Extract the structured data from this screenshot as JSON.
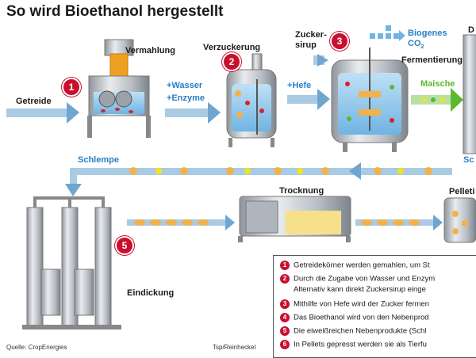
{
  "title": "So wird Bioethanol hergestellt",
  "stages": {
    "s1": "Vermahlung",
    "s2": "Verzuckerung",
    "s3": "Fermentierung",
    "s4": "Trocknung",
    "s5": "Eindickung",
    "s6": "Pelleti"
  },
  "badges": [
    "1",
    "2",
    "3",
    "5"
  ],
  "labels": {
    "getreide": "Getreide",
    "wasser": "+Wasser",
    "enzyme": "+Enzyme",
    "hefe": "+Hefe",
    "zucker1": "Zucker-",
    "zucker2": "sirup",
    "biogenes": "Biogenes",
    "co2": "CO",
    "co2_sub": "2",
    "maische": "Maische",
    "schlempe_left": "Schlempe",
    "schlempe_right": "Sc",
    "top_right": "D"
  },
  "source": "Quelle: CropEnergies",
  "credit": "Tsp/Reinheckel",
  "legend": [
    {
      "num": "1",
      "text": "Getreidekörner werden gemahlen, um St"
    },
    {
      "num": "2",
      "text": "Durch die Zugabe von Wasser und Enzym"
    },
    {
      "num": "",
      "text": "Alternativ kann direkt Zuckersirup einge"
    },
    {
      "num": "3",
      "text": "Mithilfe von Hefe wird der Zucker fermen"
    },
    {
      "num": "4",
      "text": "Das Bioethanol wird von den Nebenprod"
    },
    {
      "num": "5",
      "text": "Die eiweißreichen Nebenprodukte (Schl"
    },
    {
      "num": "6",
      "text": "In Pellets gepresst werden sie als Tierfu"
    }
  ],
  "colors": {
    "badge": "#c8102e",
    "arrow": "#6fa6cf",
    "text_blue": "#2b7fc1",
    "text_green": "#5cb82e",
    "pellet": "#f2b24a",
    "star": "#f5e21a"
  }
}
